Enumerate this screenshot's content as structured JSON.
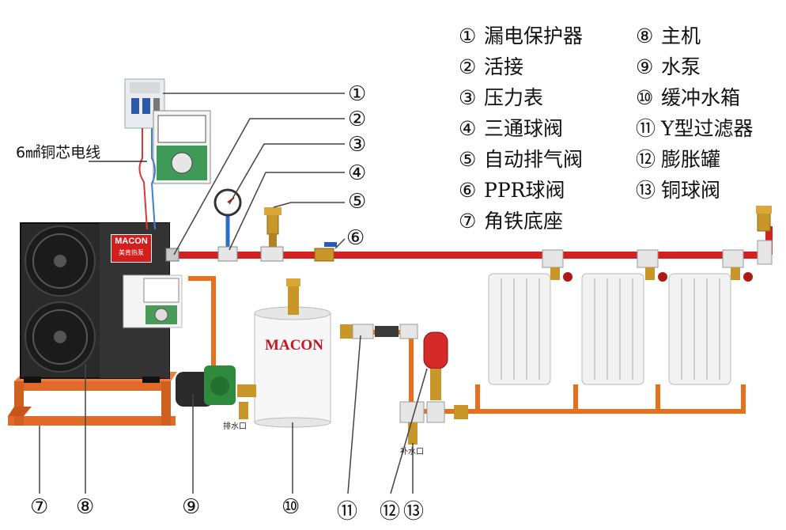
{
  "legend": {
    "items": [
      {
        "num": "①",
        "label": "漏电保护器"
      },
      {
        "num": "②",
        "label": "活接"
      },
      {
        "num": "③",
        "label": "压力表"
      },
      {
        "num": "④",
        "label": "三通球阀"
      },
      {
        "num": "⑤",
        "label": "自动排气阀"
      },
      {
        "num": "⑥",
        "label": "PPR球阀"
      },
      {
        "num": "⑦",
        "label": "角铁底座"
      },
      {
        "num": "⑧",
        "label": "主机"
      },
      {
        "num": "⑨",
        "label": "水泵"
      },
      {
        "num": "⑩",
        "label": "缓冲水箱"
      },
      {
        "num": "⑪",
        "label": "Y型过滤器"
      },
      {
        "num": "⑫",
        "label": "膨胀罐"
      },
      {
        "num": "⑬",
        "label": "铜球阀"
      }
    ]
  },
  "wire_label": "6㎟铜芯电线",
  "brand": {
    "name": "MACON",
    "sub": "美肯热泵"
  },
  "tank_label": "MACON",
  "drain_label": "排水口",
  "fill_label": "补水口",
  "callouts": [
    "①",
    "②",
    "③",
    "④",
    "⑤",
    "⑥",
    "⑦",
    "⑧",
    "⑨",
    "⑩",
    "⑪",
    "⑫",
    "⑬"
  ],
  "colors": {
    "hot_pipe": "#d32020",
    "return_pipe": "#e8701a",
    "stand": "#e06a2a",
    "unit": "#2a2a2a",
    "radiator": "#f2f2f2",
    "valve_brass": "#c9962a",
    "expansion_tank": "#d42a2a",
    "pump": "#2f8a3e"
  }
}
